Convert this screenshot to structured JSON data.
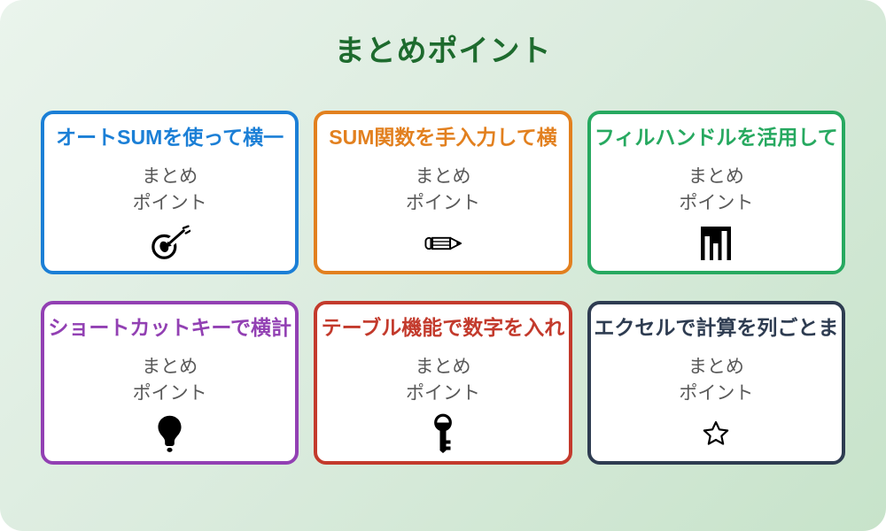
{
  "page": {
    "title": "まとめポイント",
    "title_color": "#1e6b2e",
    "background_top": "#eaf4ec",
    "background_bottom": "#c7e3ca"
  },
  "cards": [
    {
      "title": "オートSUMを使って横一",
      "color": "#1b7fd6",
      "body1": "まとめ",
      "body2": "ポイント",
      "icon": "target-dart-icon"
    },
    {
      "title": "SUM関数を手入力して横",
      "color": "#e2801f",
      "body1": "まとめ",
      "body2": "ポイント",
      "icon": "pencil-icon"
    },
    {
      "title": "フィルハンドルを活用して",
      "color": "#27a960",
      "body1": "まとめ",
      "body2": "ポイント",
      "icon": "bar-chart-icon"
    },
    {
      "title": "ショートカットキーで横計",
      "color": "#9240b3",
      "body1": "まとめ",
      "body2": "ポイント",
      "icon": "lightbulb-icon"
    },
    {
      "title": "テーブル機能で数字を入れ",
      "color": "#c33a2c",
      "body1": "まとめ",
      "body2": "ポイント",
      "icon": "key-icon"
    },
    {
      "title": "エクセルで計算を列ごとま",
      "color": "#2e3c51",
      "body1": "まとめ",
      "body2": "ポイント",
      "icon": "star-icon"
    }
  ]
}
